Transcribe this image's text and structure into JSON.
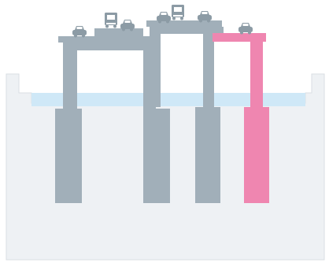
{
  "colors": {
    "background": "#ffffff",
    "ground": "#eef1f4",
    "ground_edge": "#d9dee3",
    "water": "#cfe8f7",
    "structure": "#a1afb9",
    "highlight": "#ef86b0",
    "vehicle": "#8c9ba5",
    "vehicle_glass": "#ffffff"
  },
  "structures": [
    {
      "id": "left-bent",
      "highlighted": false
    },
    {
      "id": "center-bent",
      "highlighted": false
    },
    {
      "id": "new-bent",
      "highlighted": true
    }
  ],
  "vehicles": [
    {
      "id": "car-1",
      "type": "car"
    },
    {
      "id": "truck-1",
      "type": "truck"
    },
    {
      "id": "car-2",
      "type": "car"
    },
    {
      "id": "car-3",
      "type": "car"
    },
    {
      "id": "truck-2",
      "type": "truck"
    },
    {
      "id": "car-4",
      "type": "car"
    },
    {
      "id": "car-5",
      "type": "car"
    }
  ],
  "icons": [
    "car-icon",
    "truck-icon"
  ]
}
